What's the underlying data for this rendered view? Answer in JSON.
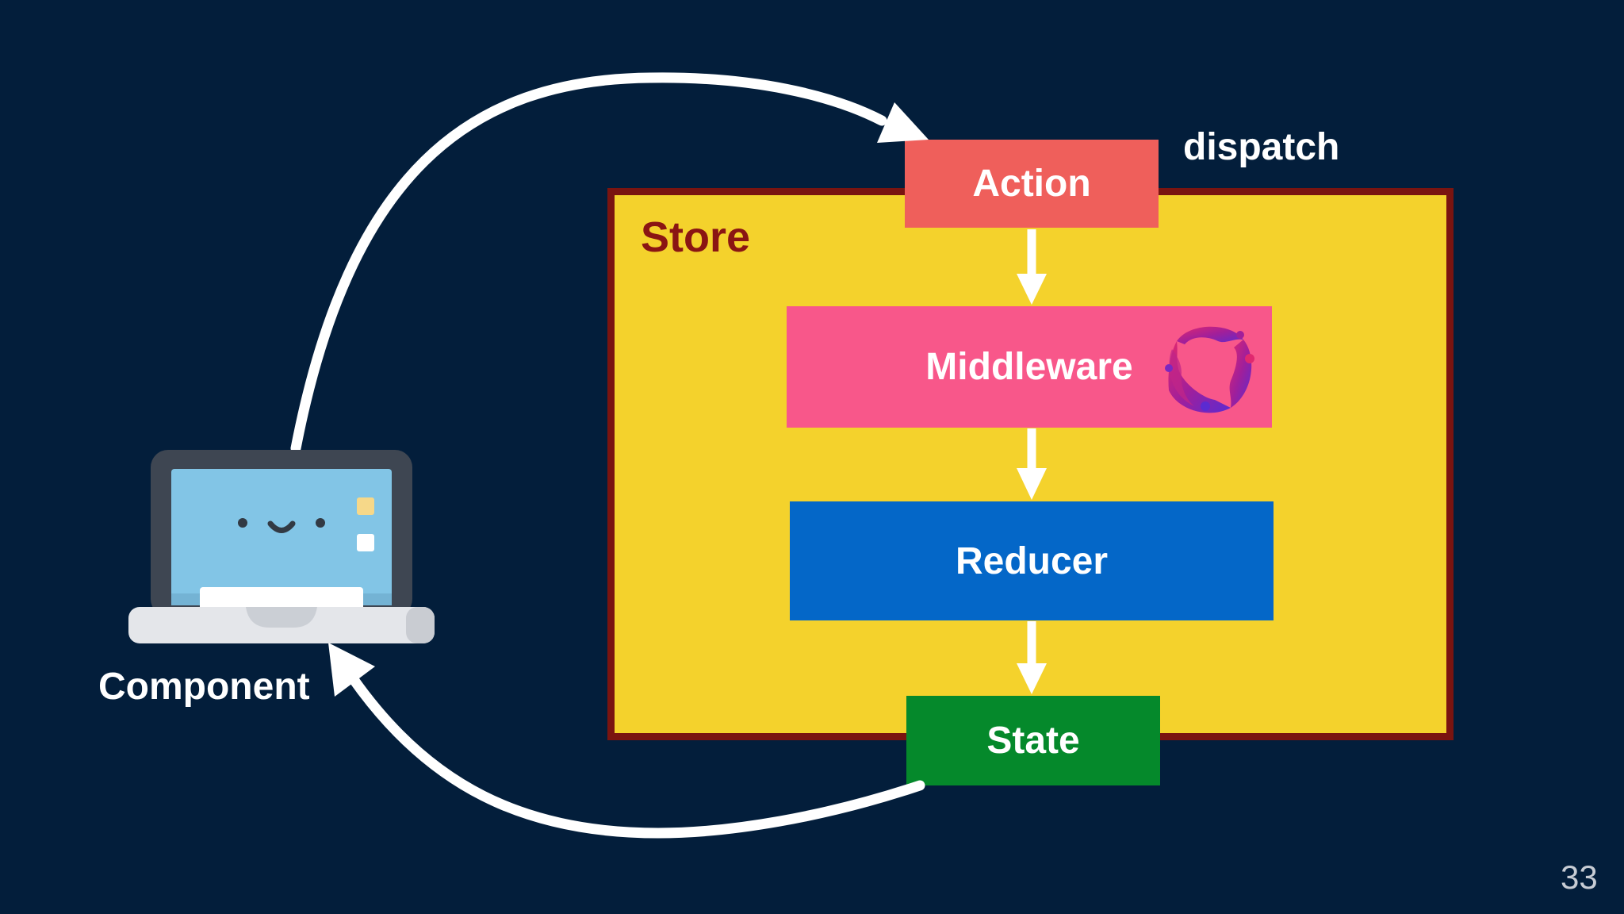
{
  "diagram": {
    "store_label": "Store",
    "action_label": "Action",
    "middleware_label": "Middleware",
    "reducer_label": "Reducer",
    "state_label": "State",
    "dispatch_label": "dispatch",
    "component_label": "Component"
  },
  "slide": {
    "page_number": "33"
  },
  "icons": {
    "laptop": "laptop-icon",
    "middleware_logo": "redux-saga-logo-icon"
  },
  "colors": {
    "background": "#031e3b",
    "store_fill": "#f4d22c",
    "store_border": "#7a1410",
    "store_text": "#8a1513",
    "action": "#ef5f5b",
    "middleware": "#f8578a",
    "reducer": "#0467c8",
    "state": "#05892b",
    "arrow": "#ffffff"
  }
}
